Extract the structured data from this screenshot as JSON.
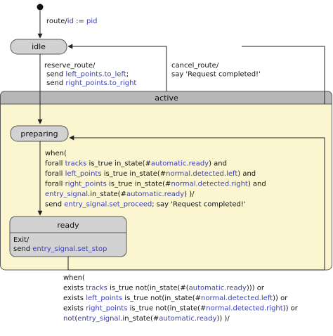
{
  "colors": {
    "state_fill": "#d9d9d9",
    "state_header_fill": "#b7b7b7",
    "region_fill": "#fbf6cf",
    "stroke": "#555555",
    "arrow": "#222222",
    "text": "#111111",
    "highlight": "#3b3fb8"
  },
  "initial": {
    "label_lines": [
      [
        {
          "t": "route/",
          "c": "k"
        },
        {
          "t": "id",
          "c": "v"
        },
        {
          "t": " := ",
          "c": "k"
        },
        {
          "t": "pid",
          "c": "v"
        }
      ]
    ]
  },
  "states": {
    "idle": {
      "name": "idle"
    },
    "active": {
      "name": "active"
    },
    "preparing": {
      "name": "preparing"
    },
    "ready": {
      "name": "ready",
      "body_lines": [
        "Exit/"
      ],
      "exit_action": [
        {
          "t": "send ",
          "c": "k"
        },
        {
          "t": "entry_signal.set_stop",
          "c": "v"
        }
      ]
    }
  },
  "transitions": {
    "reserve": {
      "lines": [
        [
          {
            "t": "reserve_route/",
            "c": "k"
          }
        ],
        [
          {
            "t": "  send ",
            "c": "k"
          },
          {
            "t": "left_points.to_left",
            "c": "v"
          },
          {
            "t": ";",
            "c": "k"
          }
        ],
        [
          {
            "t": "  send ",
            "c": "k"
          },
          {
            "t": "right_points.to_right",
            "c": "v"
          }
        ]
      ]
    },
    "cancel": {
      "lines": [
        [
          {
            "t": "cancel_route/",
            "c": "k"
          }
        ],
        [
          {
            "t": "say 'Request completed!'",
            "c": "k"
          }
        ]
      ]
    },
    "proceed": {
      "lines": [
        [
          {
            "t": "when(",
            "c": "k"
          }
        ],
        [
          {
            "t": "forall ",
            "c": "k"
          },
          {
            "t": "tracks",
            "c": "v"
          },
          {
            "t": " is_true in_state(#",
            "c": "k"
          },
          {
            "t": "automatic.ready",
            "c": "v"
          },
          {
            "t": ") and",
            "c": "k"
          }
        ],
        [
          {
            "t": "forall ",
            "c": "k"
          },
          {
            "t": "left_points",
            "c": "v"
          },
          {
            "t": " is_true in_state(#",
            "c": "k"
          },
          {
            "t": "normal.detected.left",
            "c": "v"
          },
          {
            "t": ") and",
            "c": "k"
          }
        ],
        [
          {
            "t": "forall ",
            "c": "k"
          },
          {
            "t": "right_points",
            "c": "v"
          },
          {
            "t": " is_true in_state(#",
            "c": "k"
          },
          {
            "t": "normal.detected.right",
            "c": "v"
          },
          {
            "t": ") and",
            "c": "k"
          }
        ],
        [
          {
            "t": "entry_signal",
            "c": "v"
          },
          {
            "t": ".in_state(#",
            "c": "k"
          },
          {
            "t": "automatic.ready",
            "c": "v"
          },
          {
            "t": ") )/",
            "c": "k"
          }
        ],
        [
          {
            "t": "send ",
            "c": "k"
          },
          {
            "t": "entry_signal.set_proceed",
            "c": "v"
          },
          {
            "t": "; say 'Request completed!'",
            "c": "k"
          }
        ]
      ]
    },
    "stop": {
      "lines": [
        [
          {
            "t": "when(",
            "c": "k"
          }
        ],
        [
          {
            "t": "exists ",
            "c": "k"
          },
          {
            "t": "tracks",
            "c": "v"
          },
          {
            "t": " is_true not(in_state(#(",
            "c": "k"
          },
          {
            "t": "automatic.ready",
            "c": "v"
          },
          {
            "t": "))) or",
            "c": "k"
          }
        ],
        [
          {
            "t": "exists ",
            "c": "k"
          },
          {
            "t": "left_points",
            "c": "v"
          },
          {
            "t": " is_true not(in_state(#",
            "c": "k"
          },
          {
            "t": "normal.detected.left",
            "c": "v"
          },
          {
            "t": ")) or",
            "c": "k"
          }
        ],
        [
          {
            "t": "exists ",
            "c": "k"
          },
          {
            "t": "right_points",
            "c": "v"
          },
          {
            "t": " is_true not(in_state(#",
            "c": "k"
          },
          {
            "t": "normal.detected.right",
            "c": "v"
          },
          {
            "t": ")) or",
            "c": "k"
          }
        ],
        [
          {
            "t": "not",
            "c": "v"
          },
          {
            "t": "(",
            "c": "k"
          },
          {
            "t": "entry_signal",
            "c": "v"
          },
          {
            "t": ".in_state(#",
            "c": "k"
          },
          {
            "t": "automatic.ready",
            "c": "v"
          },
          {
            "t": ")) )/",
            "c": "k"
          }
        ]
      ]
    }
  }
}
